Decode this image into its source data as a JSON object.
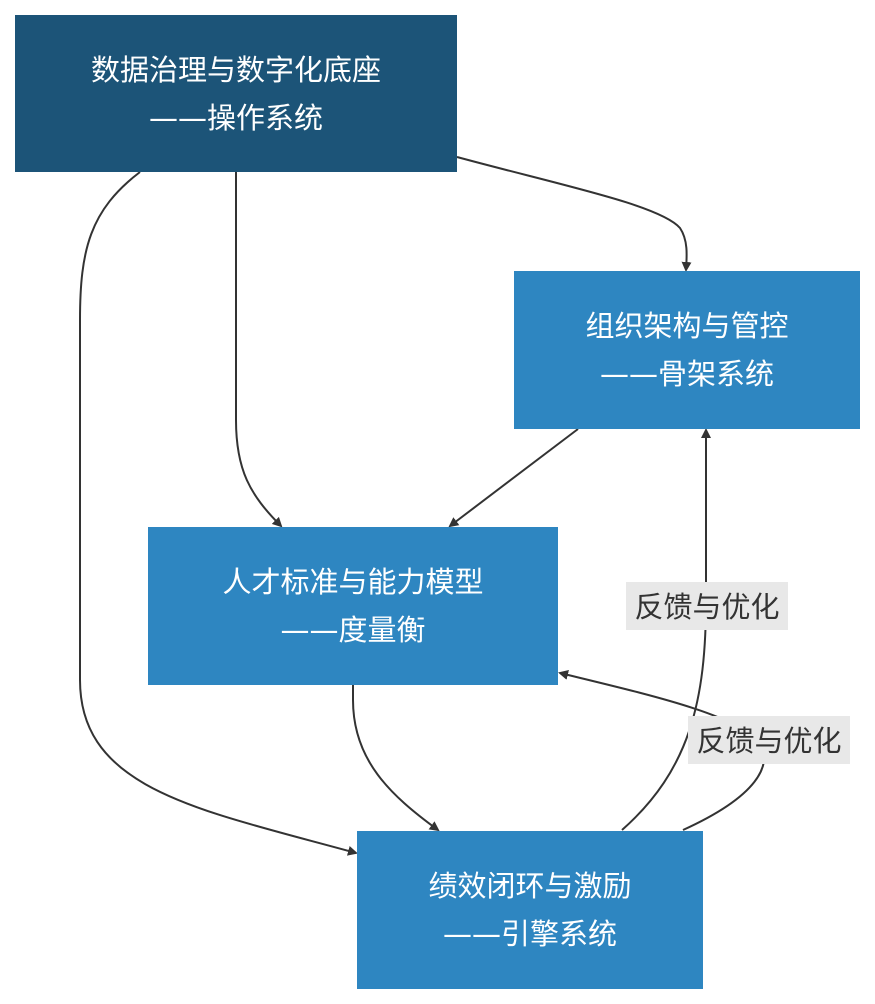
{
  "colors": {
    "dark_node": "#1c5478",
    "light_node": "#2e86c1",
    "node_text": "#ffffff",
    "edge": "#333333",
    "edge_label_bg": "#e8e8e8"
  },
  "nodes": {
    "data_foundation": {
      "line1": "数据治理与数字化底座",
      "line2": "——操作系统"
    },
    "org_structure": {
      "line1": "组织架构与管控",
      "line2": "——骨架系统"
    },
    "talent_model": {
      "line1": "人才标准与能力模型",
      "line2": "——度量衡"
    },
    "performance_loop": {
      "line1": "绩效闭环与激励",
      "line2": "——引擎系统"
    }
  },
  "edge_labels": {
    "feedback_to_org": "反馈与优化",
    "feedback_to_talent": "反馈与优化"
  }
}
